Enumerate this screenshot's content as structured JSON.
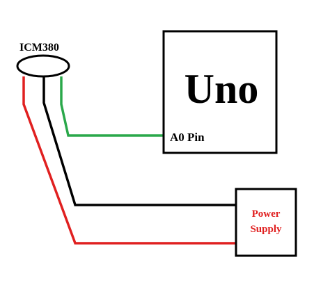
{
  "sensor": {
    "label": "ICM380"
  },
  "board": {
    "label": "Uno",
    "pin_label": "A0 Pin"
  },
  "power": {
    "line1": "Power",
    "line2": "Supply"
  },
  "colors": {
    "outline": "#000000",
    "signal_wire": "#2aa84a",
    "ground_wire": "#000000",
    "power_wire": "#e02020",
    "power_text": "#e02020",
    "background": "#ffffff"
  }
}
